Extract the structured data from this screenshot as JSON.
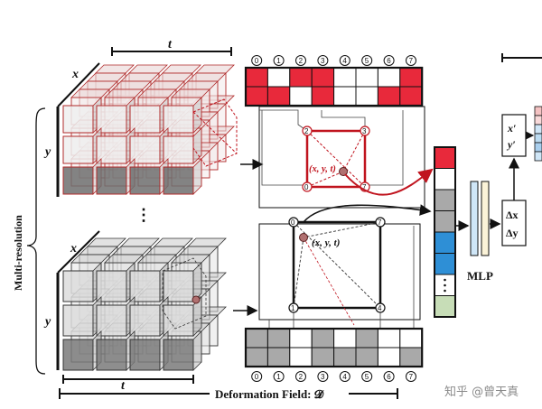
{
  "labels": {
    "t_top": "t",
    "t_bottom": "t",
    "x_top": "x",
    "x_bottom": "x",
    "y_top": "y",
    "y_bottom": "y",
    "multi_resolution": "Multi-resolution",
    "deformation_field": "Deformation Field: 𝓓",
    "mlp": "MLP",
    "query_point": "(x, y, t)",
    "output_xy": [
      "x′",
      "y′"
    ],
    "output_delta": [
      "Δx",
      "Δy"
    ],
    "vdots": "⋮"
  },
  "hash_indices": [
    "0",
    "1",
    "2",
    "3",
    "4",
    "5",
    "6",
    "7"
  ],
  "hash_table_top_cells": {
    "row1": [
      1,
      0,
      1,
      1,
      0,
      0,
      0,
      1
    ],
    "row2": [
      1,
      1,
      0,
      1,
      0,
      0,
      1,
      1
    ]
  },
  "hash_table_bottom_cells": {
    "row1": [
      1,
      1,
      0,
      1,
      0,
      1,
      0,
      0
    ],
    "row2": [
      1,
      1,
      0,
      1,
      1,
      1,
      0,
      1
    ]
  },
  "top_cube_corners": {
    "tl": "2",
    "tr": "3",
    "bl": "0",
    "br": "7"
  },
  "bottom_cube_corners": {
    "tl": "0",
    "tr": "7",
    "bl": "1",
    "br": "4"
  },
  "feature_vector_colors": [
    "#e8293b",
    "#ffffff",
    "#a9a9a9",
    "#a9a9a9",
    "#2e8fd6",
    "#2e8fd6",
    "#ffffff",
    "#c7ddb7"
  ],
  "colors": {
    "red": "#e8293b",
    "gray": "#a9a9a9",
    "blue": "#2e8fd6",
    "green": "#c7ddb7",
    "mlp_blue": "#cfe6f7",
    "mlp_cream": "#fbf3d8"
  },
  "watermark": "知乎 @曾天真"
}
